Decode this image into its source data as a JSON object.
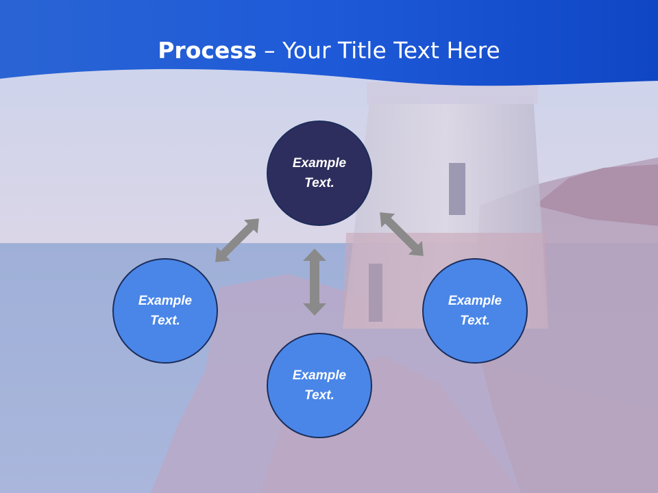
{
  "title": {
    "bold": "Process",
    "rest": " – Your Title Text Here"
  },
  "nodes": {
    "top": "Example Text.",
    "left": "Example Text.",
    "right": "Example Text.",
    "bottom": "Example Text."
  },
  "colors": {
    "header": "#1f5fd6",
    "node_dark": "#2e2e5e",
    "node_light": "#4a86e8",
    "node_border": "#1c2d5a",
    "arrow": "#8a8a8a"
  }
}
